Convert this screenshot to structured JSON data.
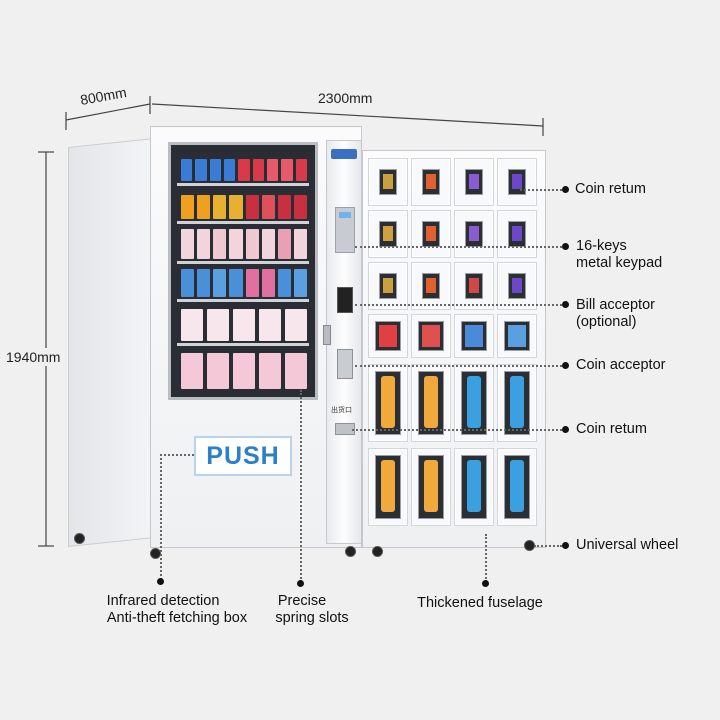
{
  "dimensions": {
    "depth": "800mm",
    "width": "2300mm",
    "height": "1940mm"
  },
  "push_label": "PUSH",
  "brand_logo_text": "",
  "pickup_label": "出货口",
  "callouts": {
    "coin_return_top": "Coin retum",
    "keypad_line1": "16-keys",
    "keypad_line2": "metal keypad",
    "bill_line1": "Bill acceptor",
    "bill_line2": "(optional)",
    "coin_acceptor": "Coin acceptor",
    "coin_return_bottom": "Coin retum",
    "universal_wheel": "Universal wheel"
  },
  "bottom_labels": {
    "infrared_line1": "Infrared detection",
    "infrared_line2": "Anti-theft fetching box",
    "spring_line1": "Precise",
    "spring_line2": "spring slots",
    "fuselage": "Thickened fuselage"
  },
  "colors": {
    "push_text": "#2c7fc9",
    "background": "#f0f0f0",
    "cabinet": "#f4f5f7"
  }
}
